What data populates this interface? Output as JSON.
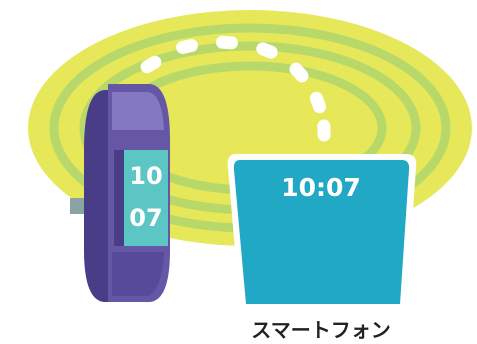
{
  "band": {
    "hour": "10",
    "minute": "07"
  },
  "phone": {
    "time": "10:07",
    "label": "スマートフォン"
  },
  "colors": {
    "ellipse_outer": "#e6e85a",
    "ellipse_ring": "#b9d86a",
    "band_body": "#6656a6",
    "band_dark": "#4a3d88",
    "band_light": "#8478c2",
    "band_screen": "#5cc6c4",
    "band_clasp": "#8aa3a3",
    "phone_body": "#21a8c4",
    "phone_outline": "#ffffff",
    "text_white": "#ffffff",
    "text_dark": "#222222"
  },
  "icons": {
    "sync_path": "dotted-arc-icon",
    "band": "smart-band-icon",
    "phone": "smartphone-icon"
  }
}
